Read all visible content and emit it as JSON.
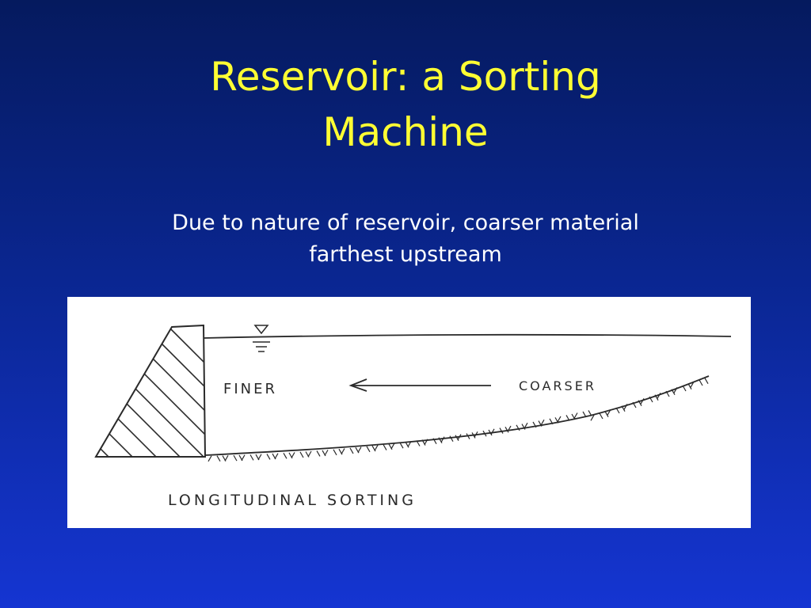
{
  "slide": {
    "title_lines": [
      "Reservoir:  a Sorting",
      "Machine"
    ],
    "subtitle_lines": [
      "Due to nature of reservoir, coarser material",
      "farthest upstream"
    ]
  },
  "diagram": {
    "label_finer": "FINER",
    "label_coarser": "COARSER",
    "caption": "LONGITUDINAL SORTING"
  },
  "colors": {
    "background_top": "#051a5e",
    "background_bottom": "#1535d2",
    "title": "#ffff33",
    "subtitle": "#ffffff",
    "sketch_ink": "#2a2a2a"
  }
}
